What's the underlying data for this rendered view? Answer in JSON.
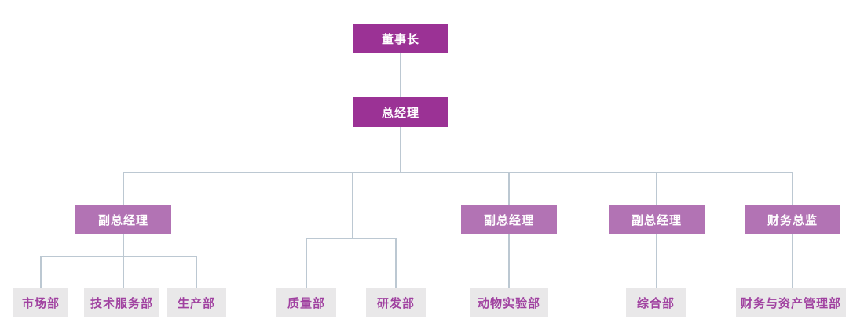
{
  "figure": {
    "type": "org-chart",
    "description_visible_text_only": true
  },
  "colors": {
    "background": "#FFFFFF",
    "executive_box_bg": "#9B3295",
    "manager_box_bg": "#B273B4",
    "department_box_bg": "#E9E8E9",
    "department_text": "#A041A0",
    "executive_text": "#FFFFFF",
    "connector_line": "#BCC8D2"
  },
  "org_tree": {
    "label": "董事长",
    "children": [
      {
        "label": "总经理",
        "children": [
          {
            "label": "副总经理",
            "children": [
              {
                "label": "市场部"
              },
              {
                "label": "技术服务部"
              },
              {
                "label": "生产部"
              }
            ]
          },
          {
            "label": null,
            "children": [
              {
                "label": "质量部"
              },
              {
                "label": "研发部"
              }
            ]
          },
          {
            "label": "副总经理",
            "children": [
              {
                "label": "动物实验部"
              }
            ]
          },
          {
            "label": "副总经理",
            "children": [
              {
                "label": "综合部"
              }
            ]
          },
          {
            "label": "财务总监",
            "children": [
              {
                "label": "财务与资产管理部"
              }
            ]
          }
        ]
      }
    ]
  }
}
